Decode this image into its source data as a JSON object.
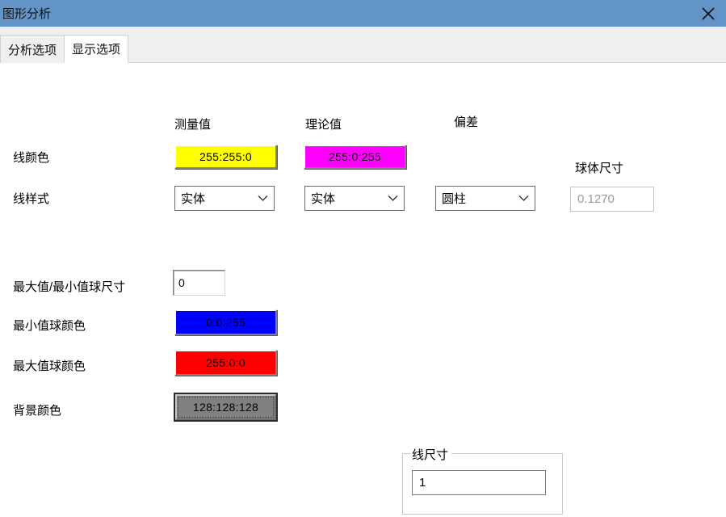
{
  "window": {
    "title": "图形分析",
    "close_icon": "close-icon",
    "titlebar_color": "#6394c8"
  },
  "tabs": [
    {
      "label": "分析选项",
      "active": false
    },
    {
      "label": "显示选项",
      "active": true
    }
  ],
  "columns": {
    "measured": "测量值",
    "theoretical": "理论值",
    "deviation": "偏差"
  },
  "rows": {
    "line_color_label": "线颜色",
    "line_style_label": "线样式"
  },
  "line_color": {
    "measured": {
      "value": "255:255:0",
      "color": "#ffff00"
    },
    "theoretical": {
      "value": "255:0:255",
      "color": "#ff00ff"
    }
  },
  "line_style": {
    "measured": "实体",
    "theoretical": "实体",
    "deviation": "圆柱"
  },
  "sphere_size": {
    "label": "球体尺寸",
    "value": "0.1270",
    "disabled": true
  },
  "minmax_sphere_size": {
    "label": "最大值/最小值球尺寸",
    "value": "0"
  },
  "min_sphere_color": {
    "label": "最小值球颜色",
    "value": "0:0:255",
    "color": "#0000ff"
  },
  "max_sphere_color": {
    "label": "最大值球颜色",
    "value": "255:0:0",
    "color": "#ff0000"
  },
  "background_color": {
    "label": "背景颜色",
    "value": "128:128:128",
    "color": "#808080"
  },
  "line_size_group": {
    "title": "线尺寸",
    "value": "1"
  }
}
